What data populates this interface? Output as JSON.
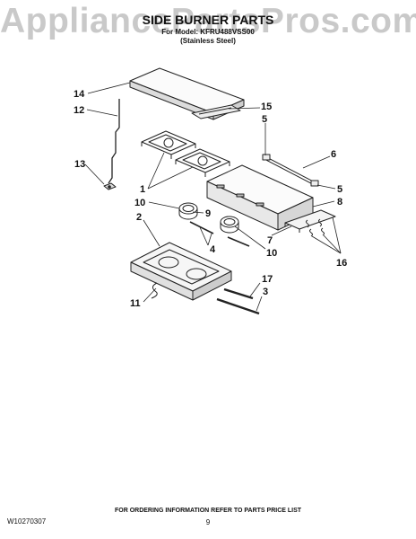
{
  "watermark": "AppliancePartsPros.com",
  "header": {
    "title": "SIDE BURNER PARTS",
    "model_line": "For Model: KFRU488VSS00",
    "finish": "(Stainless Steel)"
  },
  "callouts": {
    "c14": "14",
    "c12": "12",
    "c13": "13",
    "c15": "15",
    "c5a": "5",
    "c6": "6",
    "c1": "1",
    "c5b": "5",
    "c8": "8",
    "c10a": "10",
    "c9": "9",
    "c2": "2",
    "c4": "4",
    "c7": "7",
    "c10b": "10",
    "c16": "16",
    "c11": "11",
    "c17": "17",
    "c3": "3"
  },
  "footer": {
    "ordering_note": "FOR ORDERING INFORMATION REFER TO PARTS PRICE LIST",
    "doc_number": "W10270307",
    "page": "9"
  }
}
